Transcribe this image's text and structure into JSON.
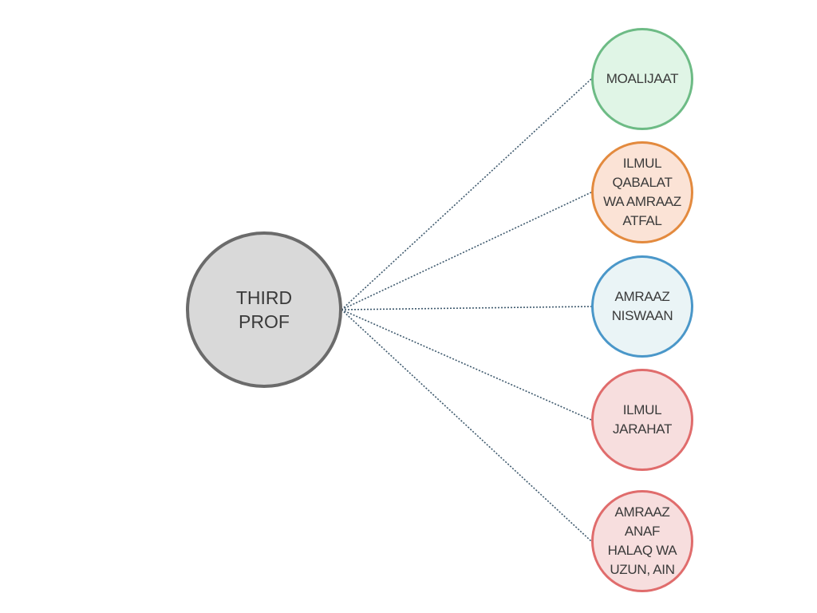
{
  "center": {
    "lines": [
      "THIRD",
      "PROF"
    ]
  },
  "children": [
    {
      "lines": [
        "MOALIJAAT"
      ],
      "border": "#6dbb85",
      "fill": "#e0f5e6"
    },
    {
      "lines": [
        "ILMUL",
        "QABALAT",
        "WA AMRAAZ",
        "ATFAL"
      ],
      "border": "#e38a3e",
      "fill": "#fbe3d6"
    },
    {
      "lines": [
        "AMRAAZ",
        "NISWAAN"
      ],
      "border": "#4a97c9",
      "fill": "#eaf4f6"
    },
    {
      "lines": [
        "ILMUL",
        "JARAHAT"
      ],
      "border": "#e06c6c",
      "fill": "#f7dede"
    },
    {
      "lines": [
        "AMRAAZ",
        "ANAF",
        "HALAQ WA",
        "UZUN, AIN"
      ],
      "border": "#e06c6c",
      "fill": "#f7dede"
    }
  ],
  "link_color": "#3f5a6e"
}
